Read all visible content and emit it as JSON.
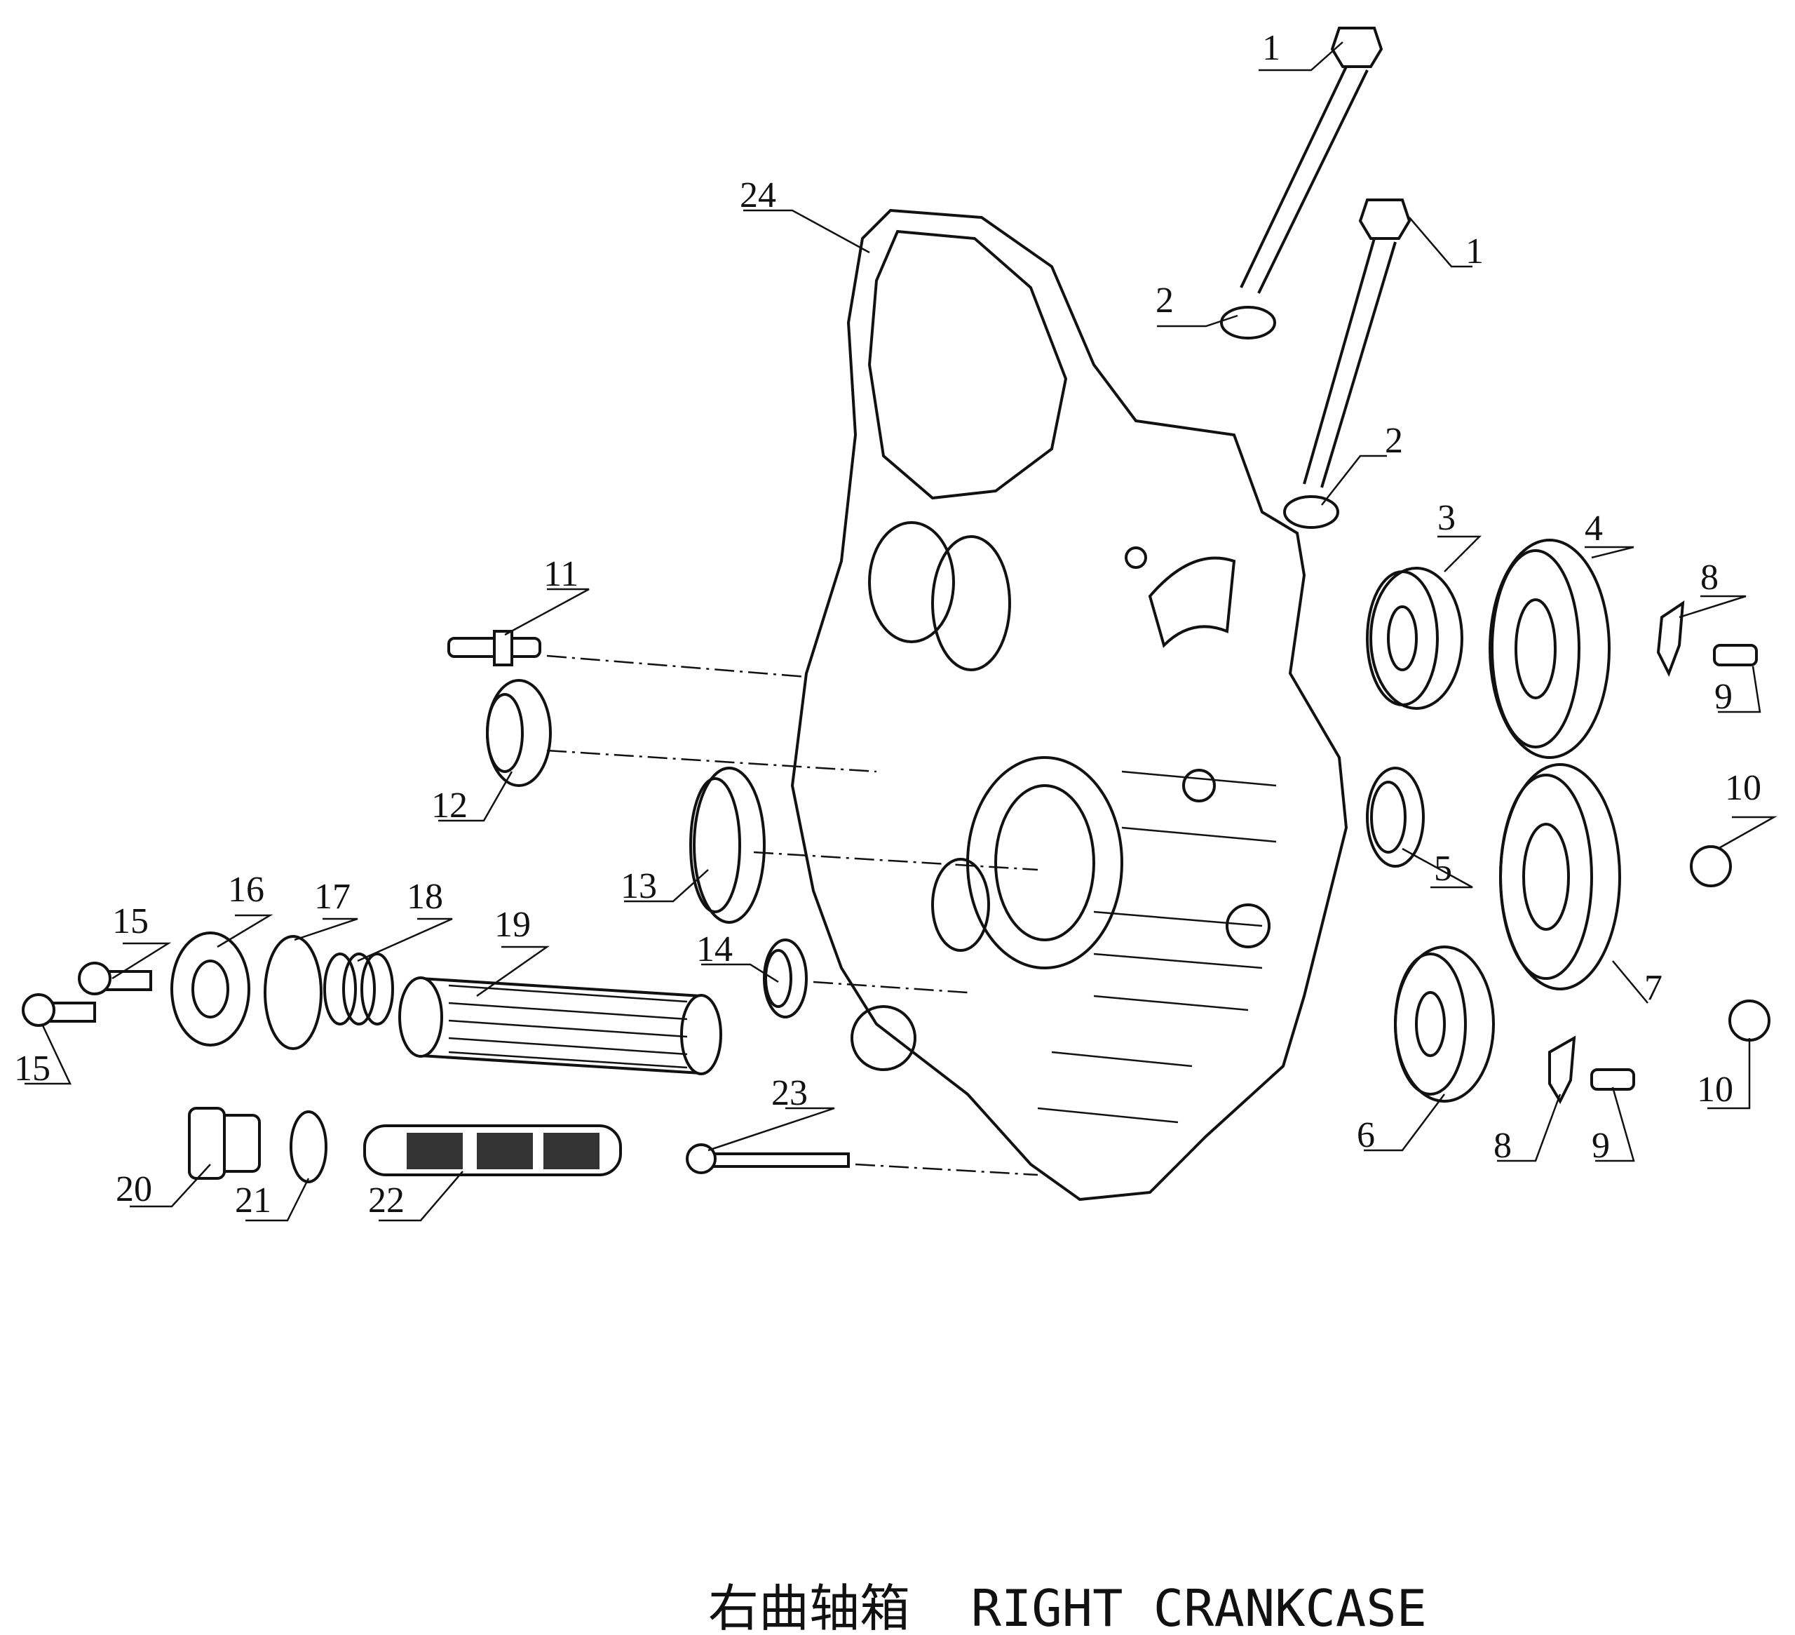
{
  "title": "右曲轴箱  RIGHT CRANKCASE",
  "callouts": [
    "1",
    "1",
    "2",
    "2",
    "24",
    "3",
    "4",
    "8",
    "9",
    "11",
    "12",
    "13",
    "5",
    "10",
    "7",
    "14",
    "15",
    "15",
    "16",
    "17",
    "18",
    "19",
    "6",
    "8",
    "9",
    "10",
    "23",
    "20",
    "21",
    "22"
  ]
}
